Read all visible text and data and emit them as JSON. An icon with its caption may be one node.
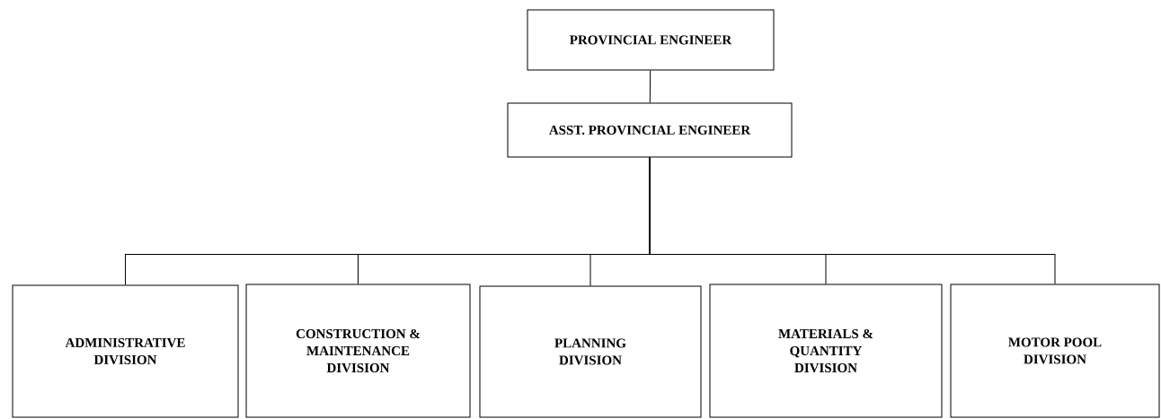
{
  "diagram": {
    "nodes": [
      {
        "text": [
          "PROVINCIAL ENGINEER"
        ]
      },
      {
        "text": [
          "ASST. PROVINCIAL ENGINEER"
        ]
      },
      {
        "text": [
          "ADMINISTRATIVE DIVISION"
        ]
      },
      {
        "text": [
          "CONSTRUCTION & MAINTENANCE DIVISION"
        ]
      },
      {
        "text": [
          "PLANNING DIVISION"
        ]
      },
      {
        "text": [
          "MATERIALS & QUANTITY DIVISION"
        ]
      },
      {
        "text": [
          "MOTOR POOL DIVISION"
        ]
      }
    ],
    "edges": [
      {
        "from": 0,
        "to": 1,
        "arrow": "none"
      },
      {
        "from": 1,
        "to": 2,
        "arrow": "none"
      },
      {
        "from": 1,
        "to": 3,
        "arrow": "none"
      },
      {
        "from": 1,
        "to": 4,
        "arrow": "none"
      },
      {
        "from": 1,
        "to": 5,
        "arrow": "none"
      },
      {
        "from": 1,
        "to": 6,
        "arrow": "none"
      }
    ]
  }
}
